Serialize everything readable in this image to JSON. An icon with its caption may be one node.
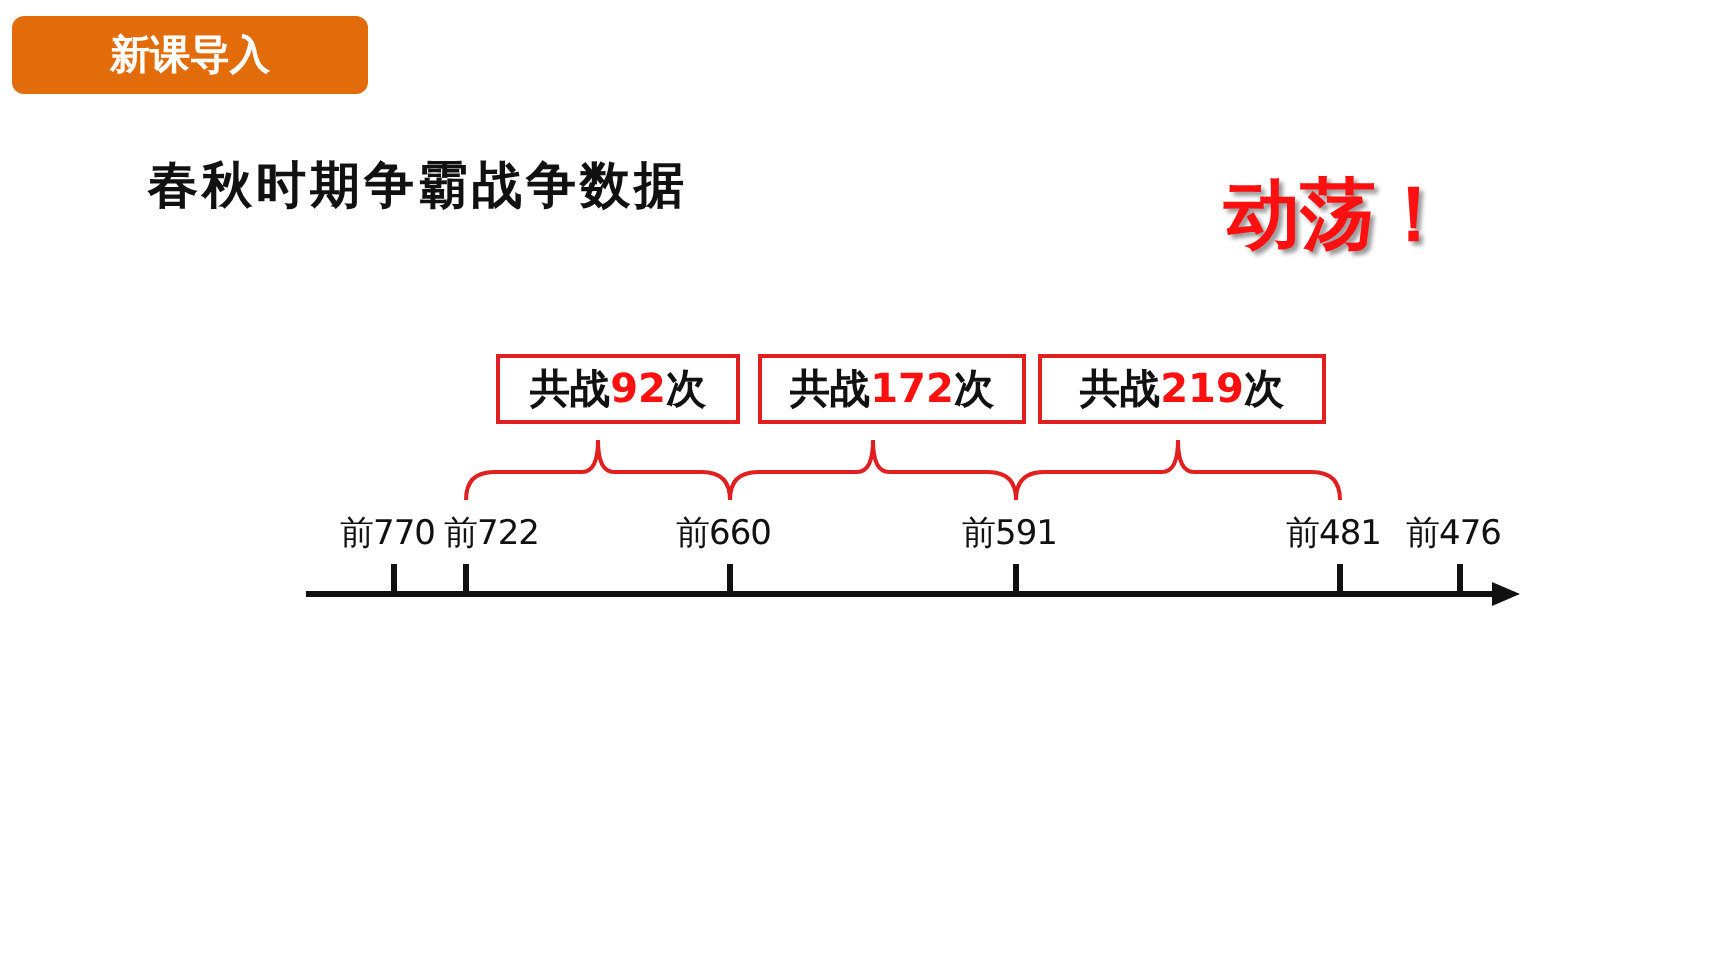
{
  "diagram": {
    "title": "春秋时期争霸战争数据",
    "nodes": [
      {
        "text": [
          "共战**92**次"
        ]
      },
      {
        "text": [
          "共战**172**次"
        ]
      },
      {
        "text": [
          "共战**219**次"
        ]
      }
    ],
    "labels": [
      "新课导入",
      "动荡！",
      "前770",
      "前722",
      "前660",
      "前591",
      "前481",
      "前476"
    ]
  }
}
